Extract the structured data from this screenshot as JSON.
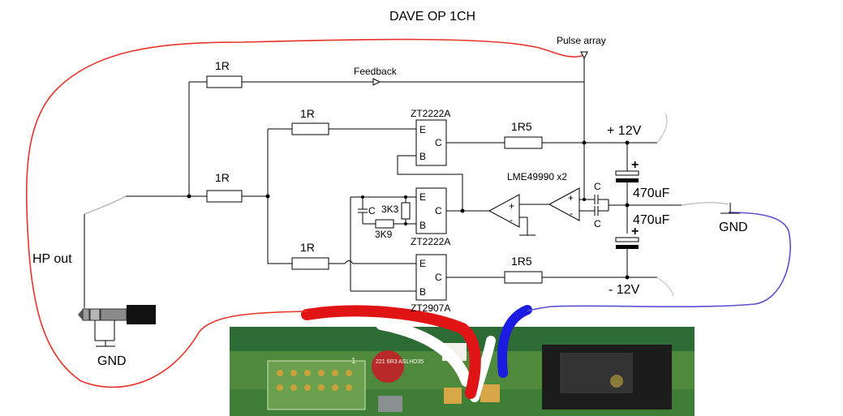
{
  "title": "DAVE OP 1CH",
  "labels": {
    "pulse_array": "Pulse array",
    "feedback": "Feedback",
    "hp_out": "HP out",
    "gnd_left": "GND",
    "gnd_right": "GND",
    "plus_12v": "+ 12V",
    "minus_12v": "- 12V",
    "opamp": "LME49990 x2",
    "cap_upper": "470uF",
    "cap_lower": "470uF"
  },
  "resistors": {
    "r_feedback": "1R",
    "r_top": "1R",
    "r_mid": "1R",
    "r_bottom": "1R",
    "r_plus": "1R5",
    "r_minus": "1R5",
    "r_3k3": "3K3",
    "r_3k9": "3K9"
  },
  "transistors": {
    "q1": {
      "name": "ZT2222A",
      "e": "E",
      "b": "B",
      "c": "C"
    },
    "q2": {
      "name": "ZT2222A",
      "e": "E",
      "b": "B",
      "c": "C"
    },
    "q3": {
      "name": "ZT2907A",
      "e": "E",
      "b": "B",
      "c": "C"
    }
  },
  "capacitors": {
    "c_bias": "C",
    "c_upper": "C",
    "c_lower": "C"
  },
  "opamp_pins": {
    "plus": "+",
    "minus": "-"
  },
  "photo": {
    "cap_marking": "221 6R3 ASLHD35",
    "board_number": "1"
  },
  "colors": {
    "red_wire": "#e8322a",
    "blue_wire": "#5b4fd0",
    "paint_red": "#e01414",
    "paint_blue": "#1c1ce0"
  }
}
